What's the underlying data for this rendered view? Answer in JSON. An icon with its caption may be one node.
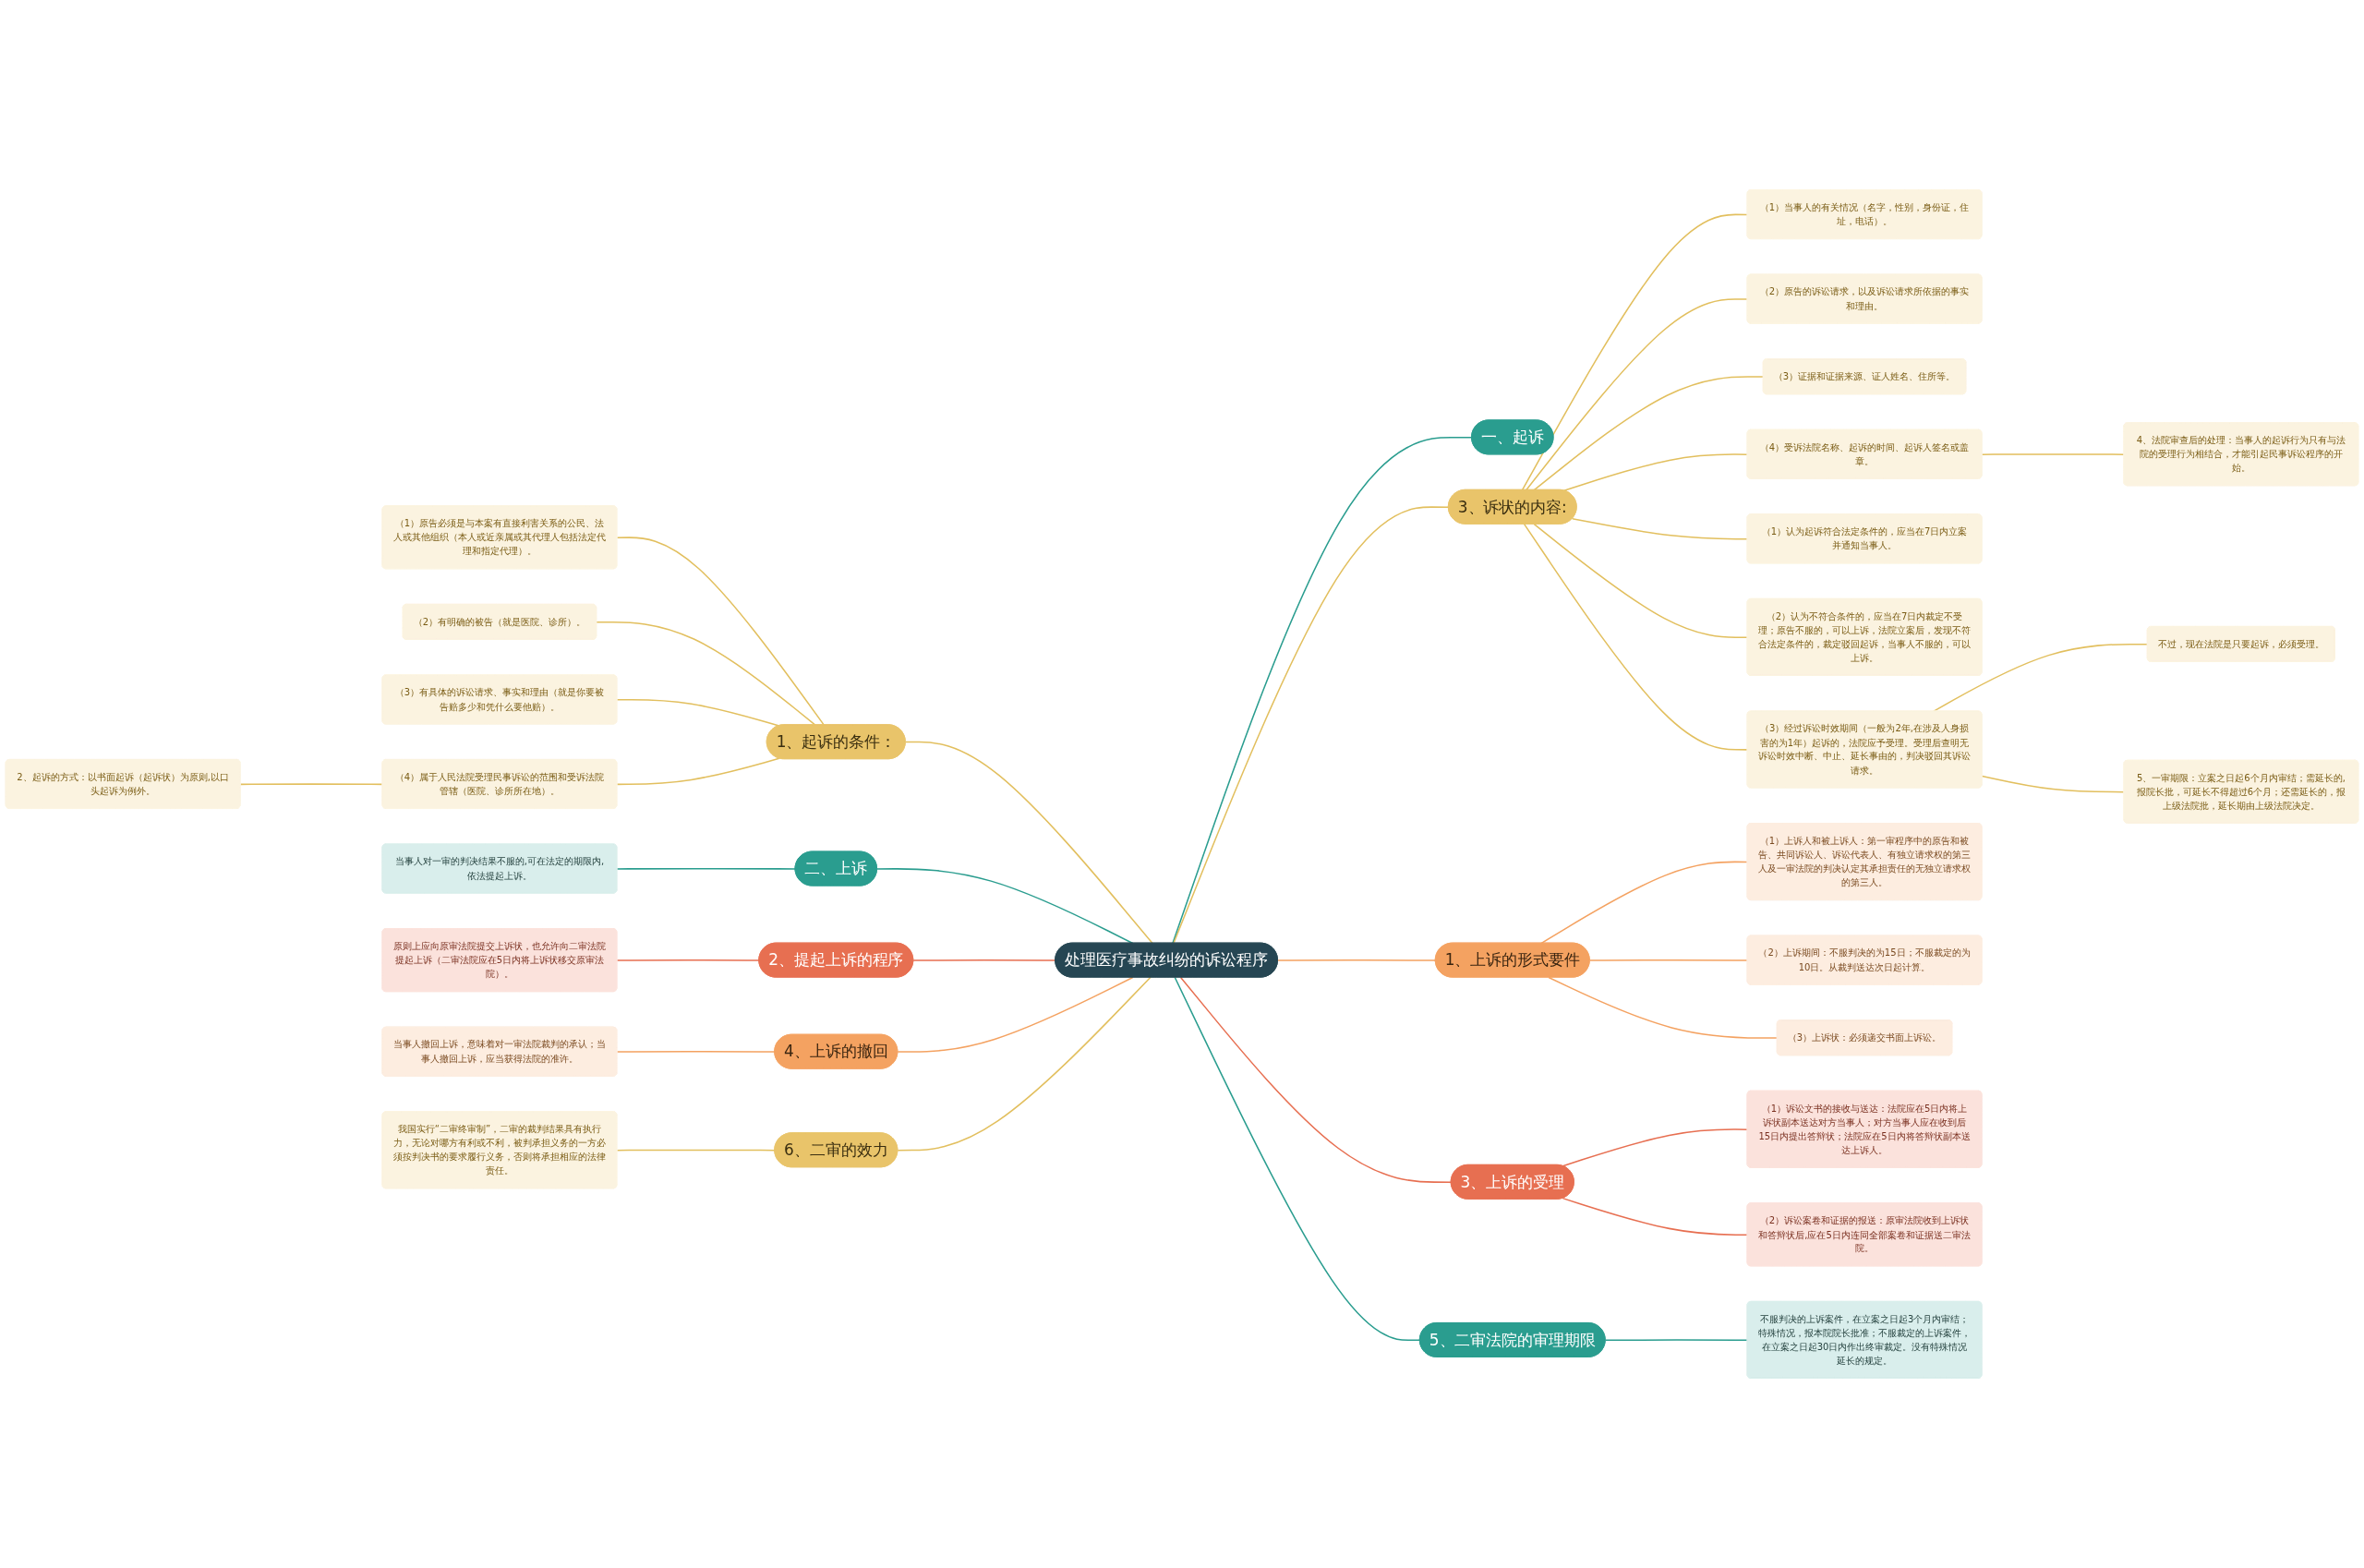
{
  "diagram": {
    "nodes": [
      {
        "text": [
          "处理医疗事故纠纷的诉讼程序"
        ]
      },
      {
        "text": [
          "一、起诉"
        ]
      },
      {
        "text": [
          "3、诉状的内容:"
        ]
      },
      {
        "text": [
          "（1）当事人的有关情况（名字，性别，身份证，住址，电话）。"
        ]
      },
      {
        "text": [
          "（2）原告的诉讼请求，以及诉讼请求所依据的事实和理由。"
        ]
      },
      {
        "text": [
          "（3）证据和证据来源、证人姓名、住所等。"
        ]
      },
      {
        "text": [
          "（4）受诉法院名称、起诉的时间、起诉人签名或盖章。"
        ]
      },
      {
        "text": [
          "4、法院审查后的处理：当事人的起诉行为只有与法院的受理行为相结合，才能引起民事诉讼程序的开始。"
        ]
      },
      {
        "text": [
          "（1）认为起诉符合法定条件的，应当在7日内立案并通知当事人。"
        ]
      },
      {
        "text": [
          "（2）认为不符合条件的，应当在7日内裁定不受理；原告不服的，可以上诉，法院立案后，发现不符合法定条件的，裁定驳回起诉，当事人不服的，可以上诉。"
        ]
      },
      {
        "text": [
          "（3）经过诉讼时效期间（一般为2年,在涉及人身损害的为1年）起诉的，法院应予受理。受理后查明无诉讼时效中断、中止、延长事由的，判决驳回其诉讼请求。"
        ]
      },
      {
        "text": [
          "不过，现在法院是只要起诉，必须受理。"
        ]
      },
      {
        "text": [
          "5、一审期限：立案之日起6个月内审结；需延长的,报院长批，可延长不得超过6个月；还需延长的，报上级法院批，延长期由上级法院决定。"
        ]
      },
      {
        "text": [
          "1、上诉的形式要件"
        ]
      },
      {
        "text": [
          "（1）上诉人和被上诉人：第一审程序中的原告和被告、共同诉讼人、诉讼代表人、有独立请求权的第三人及一审法院的判决认定其承担责任的无独立请求权的第三人。"
        ]
      },
      {
        "text": [
          "（2）上诉期间：不服判决的为15日；不服裁定的为10日。从裁判送达次日起计算。"
        ]
      },
      {
        "text": [
          "（3）上诉状：必须递交书面上诉讼。"
        ]
      },
      {
        "text": [
          "3、上诉的受理"
        ]
      },
      {
        "text": [
          "（1）诉讼文书的接收与送达：法院应在5日内将上诉状副本送达对方当事人；对方当事人应在收到后15日内提出答辩状；法院应在5日内将答辩状副本送达上诉人。"
        ]
      },
      {
        "text": [
          "（2）诉讼案卷和证据的报送：原审法院收到上诉状和答辩状后,应在5日内连同全部案卷和证据送二审法院。"
        ]
      },
      {
        "text": [
          "5、二审法院的审理期限"
        ]
      },
      {
        "text": [
          "不服判决的上诉案件，在立案之日起3个月内审结；特殊情况，报本院院长批准；不服裁定的上诉案件，在立案之日起30日内作出终审裁定。没有特殊情况延长的规定。"
        ]
      },
      {
        "text": [
          "1、起诉的条件："
        ]
      },
      {
        "text": [
          "（1）原告必须是与本案有直接利害关系的公民、法人或其他组织（本人或近亲属或其代理人包括法定代理和指定代理）。"
        ]
      },
      {
        "text": [
          "（2）有明确的被告（就是医院、诊所）。"
        ]
      },
      {
        "text": [
          "（3）有具体的诉讼请求、事实和理由（就是你要被告赔多少和凭什么要他赔）。"
        ]
      },
      {
        "text": [
          "（4）属于人民法院受理民事诉讼的范围和受诉法院管辖（医院、诊所所在地）。"
        ]
      },
      {
        "text": [
          "2、起诉的方式：以书面起诉（起诉状）为原则,以口头起诉为例外。"
        ]
      },
      {
        "text": [
          "二、上诉"
        ]
      },
      {
        "text": [
          "当事人对一审的判决结果不服的,可在法定的期限内,依法提起上诉。"
        ]
      },
      {
        "text": [
          "2、提起上诉的程序"
        ]
      },
      {
        "text": [
          "原则上应向原审法院提交上诉状，也允许向二审法院提起上诉（二审法院应在5日内将上诉状移交原审法院）。"
        ]
      },
      {
        "text": [
          "4、上诉的撤回"
        ]
      },
      {
        "text": [
          "当事人撤回上诉，意味着对一审法院裁判的承认；当事人撤回上诉，应当获得法院的准许。"
        ]
      },
      {
        "text": [
          "6、二审的效力"
        ]
      },
      {
        "text": [
          "我国实行“二审终审制”，二审的裁判结果具有执行力，无论对哪方有利或不利，被判承担义务的一方必须按判决书的要求履行义务，否则将承担相应的法律责任。"
        ]
      }
    ],
    "edges": [
      {
        "from": 0,
        "to": 1,
        "arrow": "none",
        "color": "#2a9d8f"
      },
      {
        "from": 0,
        "to": 2,
        "arrow": "none"
      },
      {
        "from": 2,
        "to": 3,
        "arrow": "none"
      },
      {
        "from": 2,
        "to": 4,
        "arrow": "none"
      },
      {
        "from": 2,
        "to": 5,
        "arrow": "none"
      },
      {
        "from": 2,
        "to": 6,
        "arrow": "none"
      },
      {
        "from": 6,
        "to": 7,
        "arrow": "none"
      },
      {
        "from": 2,
        "to": 8,
        "arrow": "none"
      },
      {
        "from": 2,
        "to": 9,
        "arrow": "none"
      },
      {
        "from": 2,
        "to": 10,
        "arrow": "none"
      },
      {
        "from": 10,
        "to": 11,
        "arrow": "none"
      },
      {
        "from": 10,
        "to": 12,
        "arrow": "none"
      },
      {
        "from": 0,
        "to": 13,
        "arrow": "none",
        "color": "#f4a261"
      },
      {
        "from": 13,
        "to": 14,
        "arrow": "none",
        "color": "#f4a261"
      },
      {
        "from": 13,
        "to": 15,
        "arrow": "none",
        "color": "#f4a261"
      },
      {
        "from": 13,
        "to": 16,
        "arrow": "none",
        "color": "#f4a261"
      },
      {
        "from": 0,
        "to": 17,
        "arrow": "none",
        "color": "#e76f51"
      },
      {
        "from": 17,
        "to": 18,
        "arrow": "none",
        "color": "#e76f51"
      },
      {
        "from": 17,
        "to": 19,
        "arrow": "none",
        "color": "#e76f51"
      },
      {
        "from": 0,
        "to": 20,
        "arrow": "none",
        "color": "#2a9d8f"
      },
      {
        "from": 20,
        "to": 21,
        "arrow": "none",
        "color": "#2a9d8f"
      },
      {
        "from": 0,
        "to": 22,
        "arrow": "none"
      },
      {
        "from": 22,
        "to": 23,
        "arrow": "none"
      },
      {
        "from": 22,
        "to": 24,
        "arrow": "none"
      },
      {
        "from": 22,
        "to": 25,
        "arrow": "none"
      },
      {
        "from": 22,
        "to": 26,
        "arrow": "none"
      },
      {
        "from": 26,
        "to": 27,
        "arrow": "none"
      },
      {
        "from": 0,
        "to": 28,
        "arrow": "none",
        "color": "#2a9d8f"
      },
      {
        "from": 28,
        "to": 29,
        "arrow": "none",
        "color": "#2a9d8f"
      },
      {
        "from": 0,
        "to": 30,
        "arrow": "none",
        "color": "#e76f51"
      },
      {
        "from": 30,
        "to": 31,
        "arrow": "none",
        "color": "#e76f51"
      },
      {
        "from": 0,
        "to": 32,
        "arrow": "none",
        "color": "#f4a261"
      },
      {
        "from": 32,
        "to": 33,
        "arrow": "none",
        "color": "#f4a261"
      },
      {
        "from": 0,
        "to": 34,
        "arrow": "none"
      },
      {
        "from": 34,
        "to": 35,
        "arrow": "none"
      }
    ]
  }
}
